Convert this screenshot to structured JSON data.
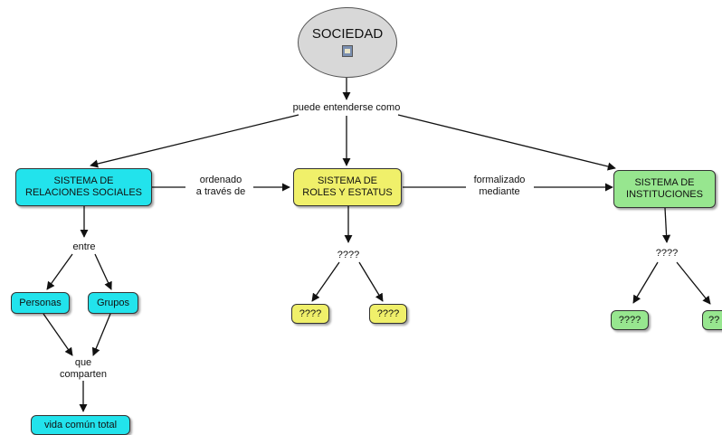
{
  "root": {
    "label": "SOCIEDAD",
    "icon": "document-icon"
  },
  "links": {
    "root_to_systems": "puede entenderse como",
    "relaciones_to_roles": "ordenado\na través de",
    "roles_to_instituciones": "formalizado\nmediante",
    "relaciones_to_members": "entre",
    "members_to_total": "que\ncomparten",
    "roles_to_children": "????",
    "instituciones_to_children": "????"
  },
  "systems": {
    "relaciones": "SISTEMA DE\nRELACIONES SOCIALES",
    "roles": "SISTEMA DE\nROLES Y ESTATUS",
    "instituciones": "SISTEMA DE\nINSTITUCIONES"
  },
  "members": {
    "personas": "Personas",
    "grupos": "Grupos"
  },
  "vida": "vida común total",
  "roles_children": [
    "????",
    "????"
  ],
  "instituciones_children": [
    "????",
    "??"
  ],
  "colors": {
    "relaciones": "#22e3ec",
    "roles": "#f0f06a",
    "instituciones": "#97e68f",
    "root": "#d8d8d8"
  }
}
